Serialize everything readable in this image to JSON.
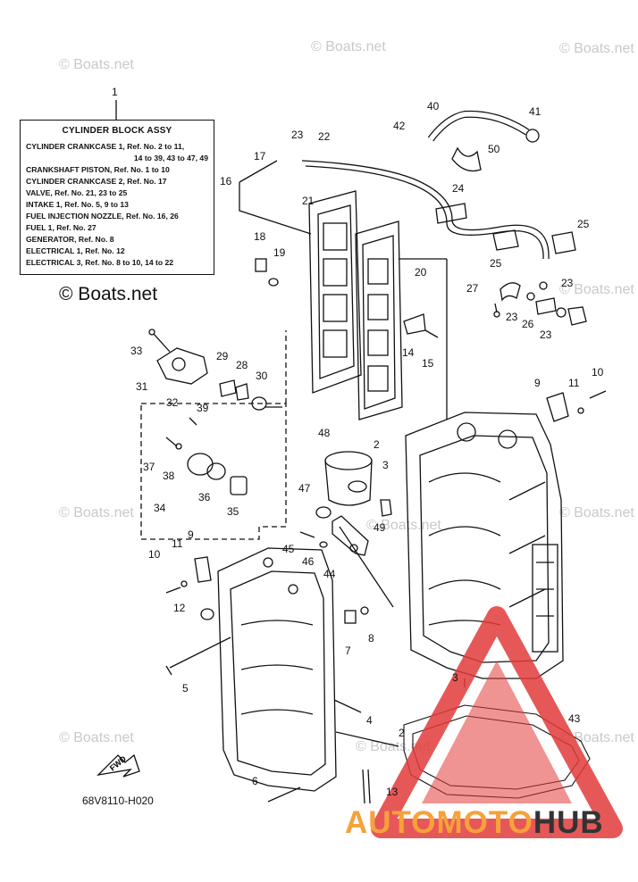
{
  "watermark": "© Boats.net",
  "legend": {
    "ref_number": "1",
    "title": "CYLINDER BLOCK ASSY",
    "lines": [
      "CYLINDER CRANKCASE 1, Ref. No. 2 to 11,",
      "14 to 39, 43 to 47, 49",
      "CRANKSHAFT PISTON, Ref. No. 1 to 10",
      "CYLINDER CRANKCASE 2, Ref. No. 17",
      "VALVE, Ref. No. 21, 23 to 25",
      "INTAKE 1, Ref. No. 5, 9 to 13",
      "FUEL INJECTION NOZZLE, Ref. No. 16, 26",
      "FUEL 1, Ref. No. 27",
      "GENERATOR, Ref. No. 8",
      "ELECTRICAL 1, Ref. No. 12",
      "ELECTRICAL 3, Ref. No. 8 to 10, 14 to 22"
    ]
  },
  "callouts": {
    "c2a": "2",
    "c3a": "3",
    "c4": "4",
    "c5": "5",
    "c6": "6",
    "c7": "7",
    "c8": "8",
    "c9a": "9",
    "c9b": "9",
    "c10a": "10",
    "c10b": "10",
    "c11a": "11",
    "c11b": "11",
    "c12": "12",
    "c13": "13",
    "c14": "14",
    "c15": "15",
    "c16": "16",
    "c17": "17",
    "c18": "18",
    "c19": "19",
    "c20": "20",
    "c21": "21",
    "c22": "22",
    "c23a": "23",
    "c23b": "23",
    "c23c": "23",
    "c23d": "23",
    "c24": "24",
    "c25a": "25",
    "c25b": "25",
    "c26": "26",
    "c27": "27",
    "c28": "28",
    "c29": "29",
    "c30": "30",
    "c31": "31",
    "c32": "32",
    "c33": "33",
    "c34": "34",
    "c35": "35",
    "c36": "36",
    "c37": "37",
    "c38": "38",
    "c39": "39",
    "c40": "40",
    "c41": "41",
    "c42": "42",
    "c43": "43",
    "c44": "44",
    "c45": "45",
    "c46": "46",
    "c47": "47",
    "c48": "48",
    "c49": "49",
    "c50": "50",
    "c2b": "2",
    "c3b": "3"
  },
  "fwd_label": "FWD",
  "diagram_code": "68V8110-H020",
  "brand": {
    "part1": "AUTOMOTO",
    "part2": "HUB",
    "accent": "#f6a13a",
    "dark": "#333333",
    "triangle": "#e23b3b"
  }
}
